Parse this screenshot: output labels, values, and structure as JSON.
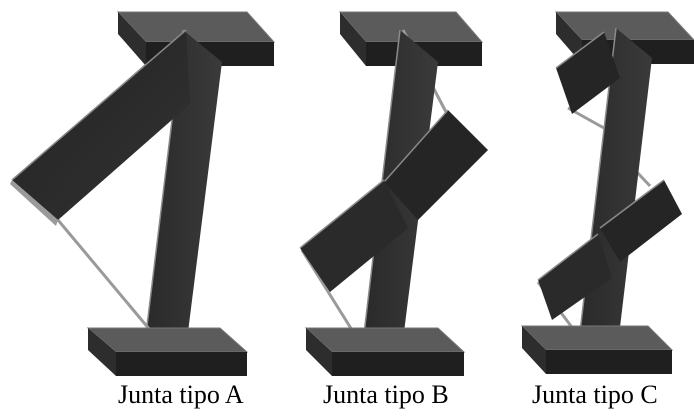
{
  "figure": {
    "joints": [
      {
        "id": "A",
        "label": "Junta tipo A"
      },
      {
        "id": "B",
        "label": "Junta tipo B"
      },
      {
        "id": "C",
        "label": "Junta tipo C"
      }
    ],
    "colors": {
      "top_face": "#5b5b5b",
      "front_face": "#1f1f1f",
      "side_face": "#2d2d2d",
      "bar_dark": "#262626",
      "bar_mid": "#333333",
      "edge_highlight": "#9a9a9a",
      "background": "#ffffff"
    }
  }
}
